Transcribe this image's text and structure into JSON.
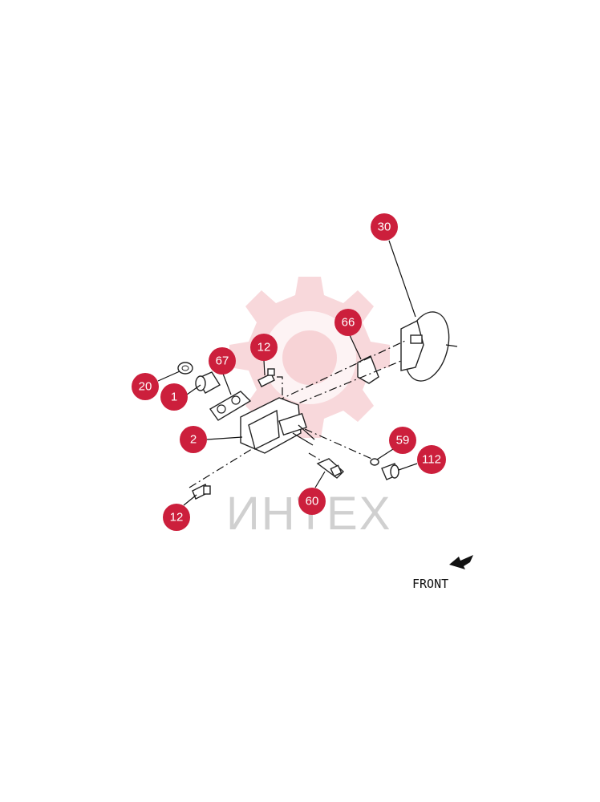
{
  "watermark": {
    "text": "ИНТЕХ",
    "color": "#f2b8bd"
  },
  "direction_label": "FRONT",
  "accent_color": "#cc1f3c",
  "callouts": [
    {
      "id": "c30",
      "label": "30"
    },
    {
      "id": "c66",
      "label": "66"
    },
    {
      "id": "c12a",
      "label": "12"
    },
    {
      "id": "c67",
      "label": "67"
    },
    {
      "id": "c20",
      "label": "20"
    },
    {
      "id": "c1",
      "label": "1"
    },
    {
      "id": "c2",
      "label": "2"
    },
    {
      "id": "c59",
      "label": "59"
    },
    {
      "id": "c112",
      "label": "112"
    },
    {
      "id": "c60",
      "label": "60"
    },
    {
      "id": "c12b",
      "label": "12"
    }
  ]
}
